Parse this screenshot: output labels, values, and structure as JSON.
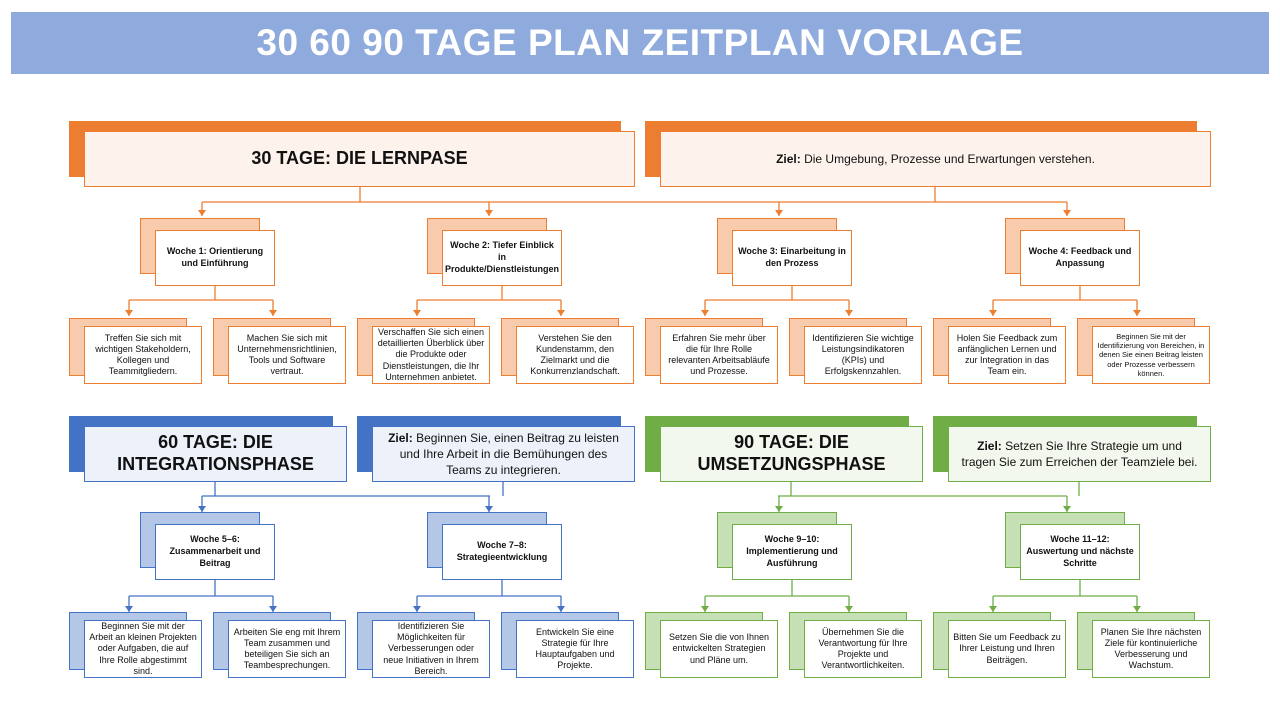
{
  "title": "30 60 90 TAGE PLAN ZEITPLAN VORLAGE",
  "colors": {
    "title_bg": "#8faadc",
    "orange_dark": "#ed7d31",
    "orange_light": "#f8cbad",
    "orange_front": "#fdf3ec",
    "blue_dark": "#4472c4",
    "blue_light": "#b4c7e7",
    "blue_front": "#edf2fa",
    "green_dark": "#70ad47",
    "green_light": "#c5e0b4",
    "green_front": "#f2f8ee"
  },
  "phase30": {
    "header": "30 TAGE: DIE LERNPASE",
    "goal_prefix": "Ziel:",
    "goal_text": " Die Umgebung, Prozesse und Erwartungen verstehen.",
    "weeks": [
      {
        "label": "Woche 1: Orientierung und Einführung",
        "tasks": [
          "Treffen Sie sich mit wichtigen Stakeholdern, Kollegen und Teammitgliedern.",
          "Machen Sie sich mit Unternehmensrichtlinien, Tools und Software vertraut."
        ]
      },
      {
        "label": "Woche 2: Tiefer Einblick in Produkte/Dienstleistungen",
        "tasks": [
          "Verschaffen Sie sich einen detaillierten Überblick über die Produkte oder Dienstleistungen, die Ihr Unternehmen anbietet.",
          "Verstehen Sie den Kundenstamm, den Zielmarkt und die Konkurrenzlandschaft."
        ]
      },
      {
        "label": "Woche 3: Einarbeitung in den Prozess",
        "tasks": [
          "Erfahren Sie mehr über die für Ihre Rolle relevanten Arbeitsabläufe und Prozesse.",
          "Identifizieren Sie wichtige Leistungsindikatoren (KPIs) und Erfolgskennzahlen."
        ]
      },
      {
        "label": "Woche 4: Feedback und Anpassung",
        "tasks": [
          "Holen Sie Feedback zum anfänglichen Lernen und zur Integration in das Team ein.",
          "Beginnen Sie mit der Identifizierung von Bereichen, in denen Sie einen Beitrag leisten oder Prozesse verbessern können."
        ]
      }
    ]
  },
  "phase60": {
    "header": "60 TAGE: DIE INTEGRATIONSPHASE",
    "goal_prefix": "Ziel:",
    "goal_text": " Beginnen Sie, einen Beitrag zu leisten und Ihre Arbeit in die Bemühungen des Teams zu integrieren.",
    "weeks": [
      {
        "label": "Woche 5–6: Zusammenarbeit und Beitrag",
        "tasks": [
          "Beginnen Sie mit der Arbeit an kleinen Projekten oder Aufgaben, die auf Ihre Rolle abgestimmt sind.",
          "Arbeiten Sie eng mit Ihrem Team zusammen und beteiligen Sie sich an Teambesprechungen."
        ]
      },
      {
        "label": "Woche 7–8: Strategieentwicklung",
        "tasks": [
          "Identifizieren Sie Möglichkeiten für Verbesserungen oder neue Initiativen in Ihrem Bereich.",
          "Entwickeln Sie eine Strategie für Ihre Hauptaufgaben und Projekte."
        ]
      }
    ]
  },
  "phase90": {
    "header": "90 TAGE: DIE UMSETZUNGSPHASE",
    "goal_prefix": "Ziel:",
    "goal_text": " Setzen Sie Ihre Strategie um und tragen Sie zum Erreichen der Teamziele bei.",
    "weeks": [
      {
        "label": "Woche 9–10: Implementierung und Ausführung",
        "tasks": [
          "Setzen Sie die von Ihnen entwickelten Strategien und Pläne um.",
          "Übernehmen Sie die Verantwortung für Ihre Projekte und Verantwortlichkeiten."
        ]
      },
      {
        "label": "Woche 11–12: Auswertung und nächste Schritte",
        "tasks": [
          "Bitten Sie um Feedback zu Ihrer Leistung und Ihren Beiträgen.",
          "Planen Sie Ihre nächsten Ziele für kontinuierliche Verbesserung und Wachstum."
        ]
      }
    ]
  }
}
